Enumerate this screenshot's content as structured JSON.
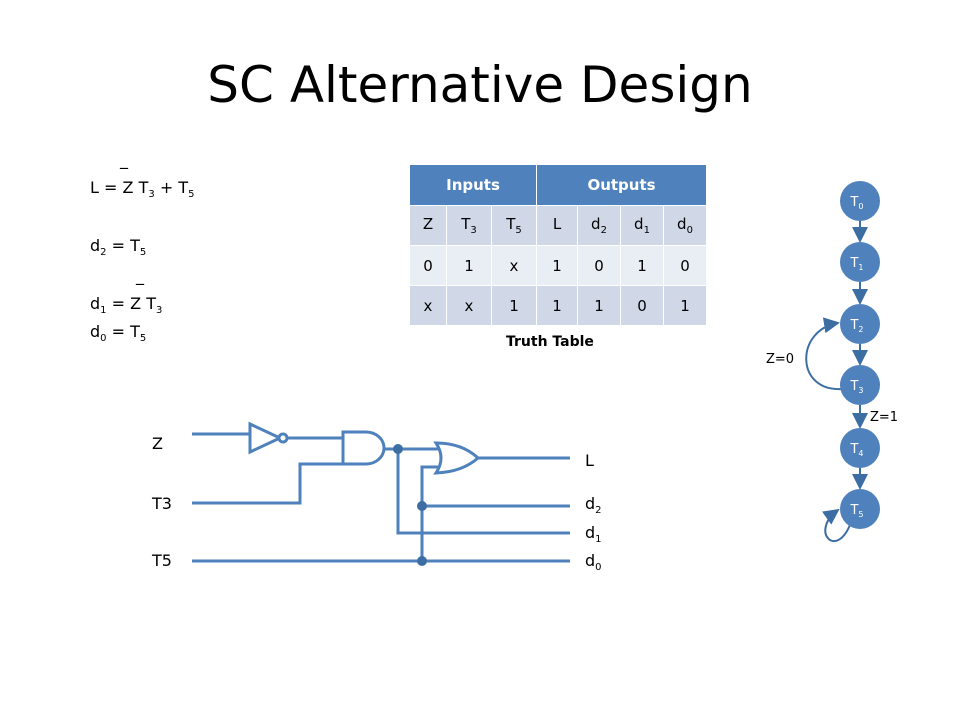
{
  "title": "SC Alternative Design",
  "equations": {
    "eq1": {
      "lhs": "L",
      "op": "=",
      "t1": "Z",
      "t2": "T",
      "t2_sub": "3",
      "plus": "+",
      "t3": "T",
      "t3_sub": "5",
      "overbar": "_"
    },
    "eq2": {
      "lhs": "d",
      "lhs_sub": "2",
      "op": "=",
      "t1": "T",
      "t1_sub": "5"
    },
    "eq3": {
      "lhs": "d",
      "lhs_sub": "1",
      "op": "=",
      "t1": "Z",
      "t2": "T",
      "t2_sub": "3",
      "overbar": "_"
    },
    "eq4": {
      "lhs": "d",
      "lhs_sub": "0",
      "op": "=",
      "t1": "T",
      "t1_sub": "5"
    }
  },
  "truth_table": {
    "groups": [
      "Inputs",
      "Outputs"
    ],
    "columns": [
      {
        "base": "Z",
        "sub": ""
      },
      {
        "base": "T",
        "sub": "3"
      },
      {
        "base": "T",
        "sub": "5"
      },
      {
        "base": "L",
        "sub": ""
      },
      {
        "base": "d",
        "sub": "2"
      },
      {
        "base": "d",
        "sub": "1"
      },
      {
        "base": "d",
        "sub": "0"
      }
    ],
    "rows": [
      [
        "0",
        "1",
        "x",
        "1",
        "0",
        "1",
        "0"
      ],
      [
        "x",
        "x",
        "1",
        "1",
        "1",
        "0",
        "1"
      ]
    ],
    "caption": "Truth Table"
  },
  "circuit": {
    "inputs": [
      "Z",
      "T3",
      "T5"
    ],
    "outputs": {
      "L": "L",
      "d2": {
        "base": "d",
        "sub": "2"
      },
      "d1": {
        "base": "d",
        "sub": "1"
      },
      "d0": {
        "base": "d",
        "sub": "0"
      }
    }
  },
  "state_diagram": {
    "states": [
      {
        "base": "T",
        "sub": "0"
      },
      {
        "base": "T",
        "sub": "1"
      },
      {
        "base": "T",
        "sub": "2"
      },
      {
        "base": "T",
        "sub": "3"
      },
      {
        "base": "T",
        "sub": "4"
      },
      {
        "base": "T",
        "sub": "5"
      }
    ],
    "edge_labels": {
      "z0": "Z=0",
      "z1": "Z=1"
    }
  },
  "colors": {
    "accent": "#4f81bd",
    "stroke": "#3c6ea3",
    "row_dark": "#d0d8e8",
    "row_light": "#e9edf4"
  }
}
